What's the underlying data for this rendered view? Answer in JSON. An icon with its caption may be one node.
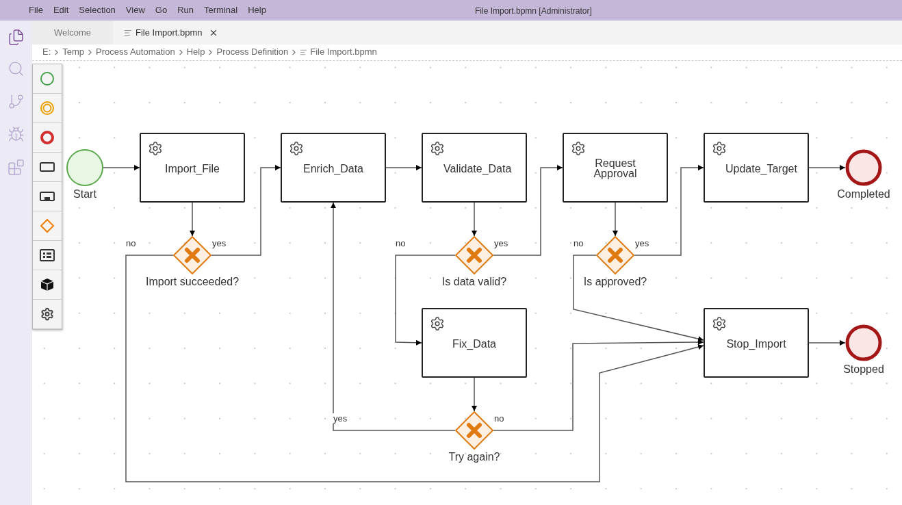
{
  "diagram": {
    "nodes": [
      {
        "text": [
          "Start"
        ]
      },
      {
        "text": [
          "Import_File"
        ]
      },
      {
        "text": [
          "Enrich_Data"
        ]
      },
      {
        "text": [
          "Validate_Data"
        ]
      },
      {
        "text": [
          "Request Approval"
        ]
      },
      {
        "text": [
          "Update_Target"
        ]
      },
      {
        "text": [
          "Completed"
        ]
      },
      {
        "text": [
          "Import succeeded?"
        ]
      },
      {
        "text": [
          "Is data valid?"
        ]
      },
      {
        "text": [
          "Is approved?"
        ]
      },
      {
        "text": [
          "Fix_Data"
        ]
      },
      {
        "text": [
          "Stop_Import"
        ]
      },
      {
        "text": [
          "Stopped"
        ]
      },
      {
        "text": [
          "Try again?"
        ]
      }
    ],
    "edges": [
      {
        "from": 0,
        "to": 1,
        "arrow": "to"
      },
      {
        "from": 1,
        "to": 7,
        "arrow": "to"
      },
      {
        "from": 7,
        "to": 2,
        "arrow": "to",
        "label": "yes"
      },
      {
        "from": 7,
        "to": 11,
        "arrow": "to",
        "label": "no"
      },
      {
        "from": 2,
        "to": 3,
        "arrow": "to"
      },
      {
        "from": 3,
        "to": 8,
        "arrow": "to"
      },
      {
        "from": 8,
        "to": 4,
        "arrow": "to",
        "label": "yes"
      },
      {
        "from": 8,
        "to": 10,
        "arrow": "to",
        "label": "no"
      },
      {
        "from": 4,
        "to": 9,
        "arrow": "to"
      },
      {
        "from": 9,
        "to": 5,
        "arrow": "to",
        "label": "yes"
      },
      {
        "from": 9,
        "to": 11,
        "arrow": "to",
        "label": "no"
      },
      {
        "from": 5,
        "to": 6,
        "arrow": "to"
      },
      {
        "from": 10,
        "to": 13,
        "arrow": "to"
      },
      {
        "from": 13,
        "to": 2,
        "arrow": "to",
        "label": "yes"
      },
      {
        "from": 13,
        "to": 11,
        "arrow": "to",
        "label": "no"
      },
      {
        "from": 11,
        "to": 12,
        "arrow": "to"
      }
    ],
    "labels": [
      "File",
      "Edit",
      "Selection",
      "View",
      "Go",
      "Run",
      "Terminal",
      "Help",
      "File Import.bpmn [Administrator]",
      "Welcome",
      "File Import.bpmn",
      "E:",
      "Temp",
      "Process Automation",
      "Help",
      "Process Definition",
      "File Import.bpmn"
    ]
  }
}
